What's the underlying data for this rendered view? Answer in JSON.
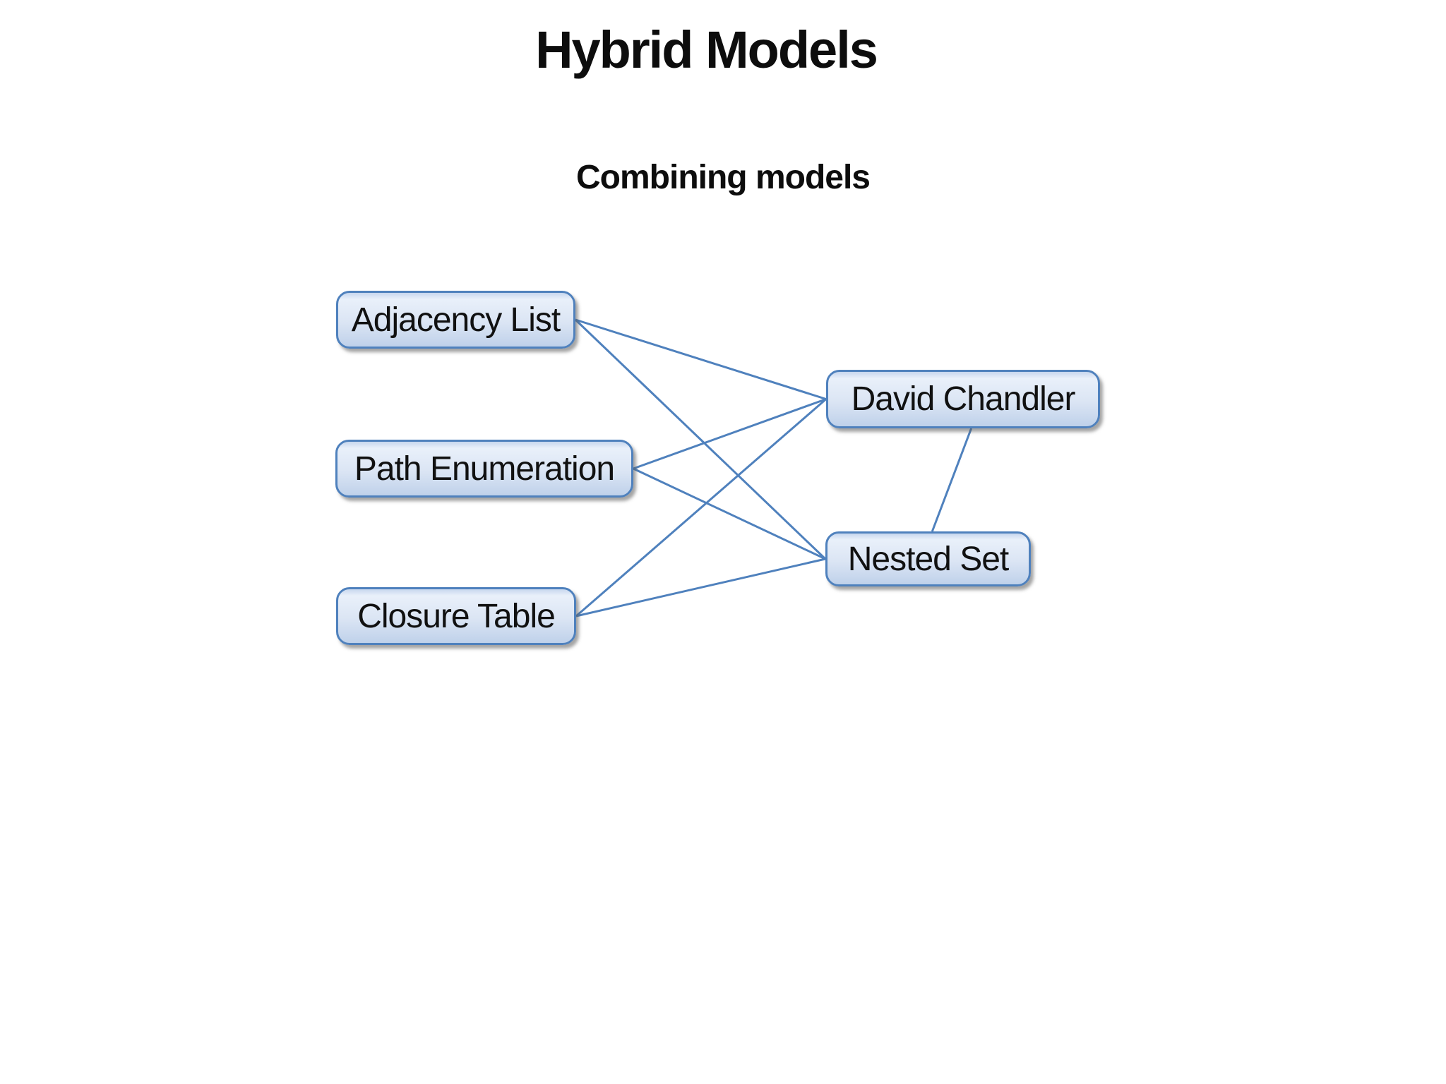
{
  "slide": {
    "title": "Hybrid Models",
    "subtitle": "Combining models"
  },
  "diagram": {
    "nodes": [
      {
        "id": "adjacency-list",
        "label": "Adjacency List"
      },
      {
        "id": "path-enumeration",
        "label": "Path Enumeration"
      },
      {
        "id": "closure-table",
        "label": "Closure Table"
      },
      {
        "id": "david-chandler",
        "label": "David Chandler"
      },
      {
        "id": "nested-set",
        "label": "Nested Set"
      }
    ],
    "edges": [
      {
        "from": "adjacency-list",
        "fromSide": "right",
        "to": "david-chandler",
        "toSide": "left"
      },
      {
        "from": "adjacency-list",
        "fromSide": "right",
        "to": "nested-set",
        "toSide": "left"
      },
      {
        "from": "path-enumeration",
        "fromSide": "right",
        "to": "david-chandler",
        "toSide": "left"
      },
      {
        "from": "path-enumeration",
        "fromSide": "right",
        "to": "nested-set",
        "toSide": "left"
      },
      {
        "from": "closure-table",
        "fromSide": "right",
        "to": "david-chandler",
        "toSide": "left"
      },
      {
        "from": "closure-table",
        "fromSide": "right",
        "to": "nested-set",
        "toSide": "left"
      },
      {
        "from": "david-chandler",
        "fromSide": "bottom",
        "to": "nested-set",
        "toSide": "top"
      }
    ],
    "colors": {
      "line": "#4f81bd",
      "node_border": "#4f81bd",
      "background": "#ffffff"
    }
  }
}
